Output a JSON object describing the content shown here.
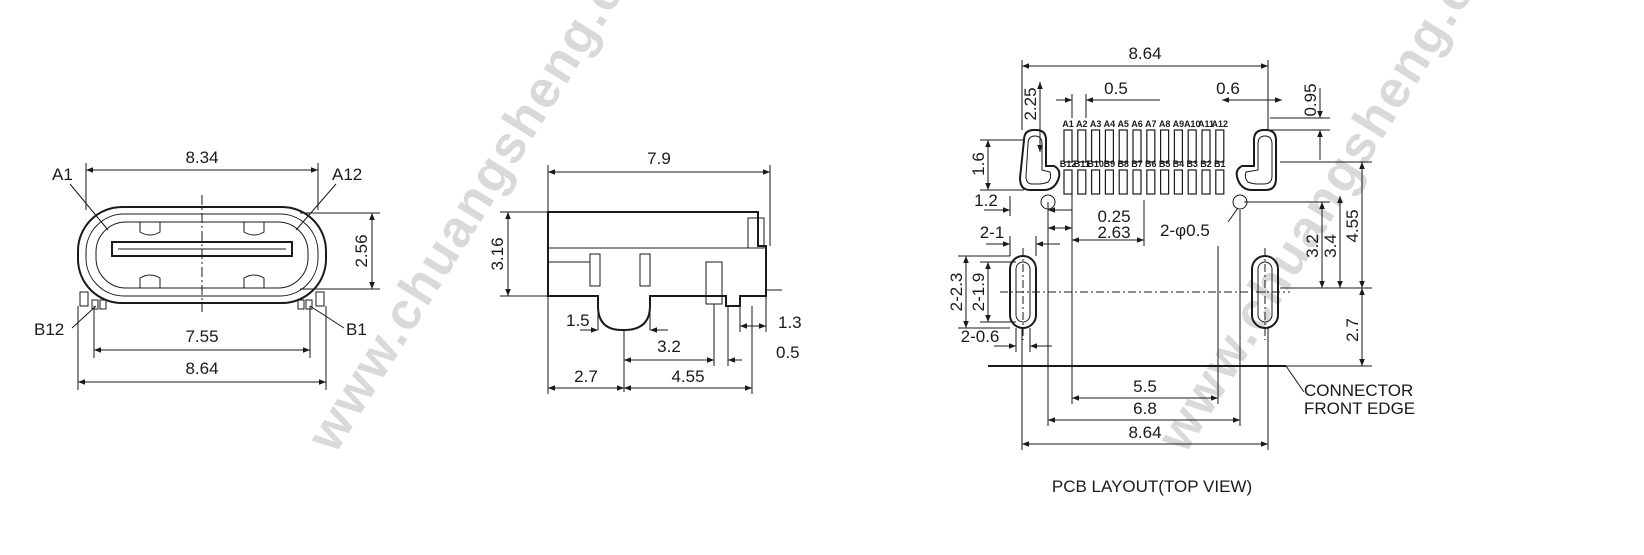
{
  "watermark": "www.chuangsheng.com",
  "front_view": {
    "width_top": "8.34",
    "label_a1": "A1",
    "label_a12": "A12",
    "height": "2.56",
    "label_b12": "B12",
    "label_b1": "B1",
    "inner_width": "7.55",
    "overall_width": "8.64"
  },
  "side_view": {
    "length": "7.9",
    "height": "3.16",
    "d_1_5": "1.5",
    "d_1_3": "1.3",
    "d_3_2": "3.2",
    "d_0_5": "0.5",
    "d_2_7": "2.7",
    "d_4_55": "4.55"
  },
  "pcb_layout": {
    "width_top": "8.64",
    "pitch": "0.5",
    "pad_width": "0.6",
    "d_2_25": "2.25",
    "d_0_95": "0.95",
    "row_a_pins": [
      "A1",
      "A2",
      "A3",
      "A4",
      "A5",
      "A6",
      "A7",
      "A8",
      "A9",
      "A10",
      "A11",
      "A12"
    ],
    "row_b_pins": [
      "B12",
      "B11",
      "B10",
      "B9",
      "B8",
      "B7",
      "B6",
      "B5",
      "B4",
      "B3",
      "B2",
      "B1"
    ],
    "d_1_6": "1.6",
    "d_1_2": "1.2",
    "d_0_25": "0.25",
    "d_2_63": "2.63",
    "hole_label": "2-φ0.5",
    "d_3_2": "3.2",
    "d_3_4": "3.4",
    "d_4_55": "4.55",
    "slot_w": "2-1",
    "slot_h": "2-2.3",
    "slot_inner": "2-1.9",
    "slot_inner_w": "2-0.6",
    "d_2_7": "2.7",
    "d_5_5": "5.5",
    "d_6_8": "6.8",
    "width_bottom": "8.64",
    "front_edge_line1": "CONNECTOR",
    "front_edge_line2": "FRONT EDGE",
    "caption": "PCB LAYOUT(TOP VIEW)"
  }
}
